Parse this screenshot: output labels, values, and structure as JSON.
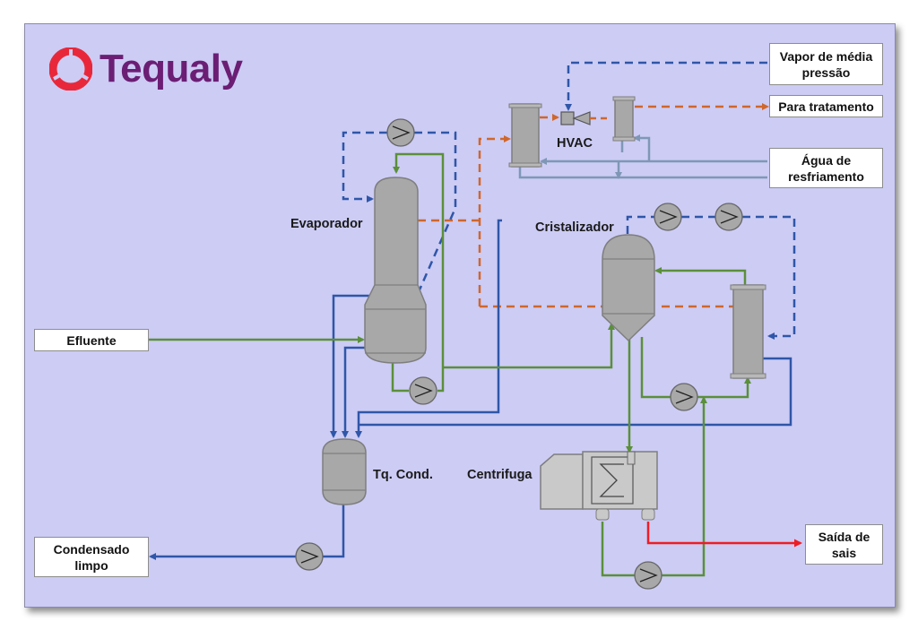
{
  "brand": {
    "name": "Tequaly",
    "color": "#6b1e74",
    "mark_color": "#e8283a"
  },
  "colors": {
    "background": "#ccccf5",
    "blue": "#2f56a8",
    "green": "#5b8f3a",
    "orange": "#d0672b",
    "light_blue": "#7f97b6",
    "red": "#ef1c24",
    "equipment": "#a8a8a8"
  },
  "boxes": {
    "efluente": "Efluente",
    "condensado": "Condensado limpo",
    "vapor": "Vapor de média pressão",
    "tratamento": "Para tratamento",
    "agua": "Água de resfriamento",
    "saida": "Saída de sais"
  },
  "labels": {
    "evaporador": "Evaporador",
    "cristalizador": "Cristalizador",
    "hvac": "HVAC",
    "tanque": "Tq. Cond.",
    "centrifuga": "Centrifuga"
  },
  "icons": [
    "tequaly-logo-icon",
    "pump-icon",
    "condenser-icon",
    "ejector-icon",
    "heat-exchanger-icon",
    "centrifuge-icon",
    "tank-icon"
  ]
}
